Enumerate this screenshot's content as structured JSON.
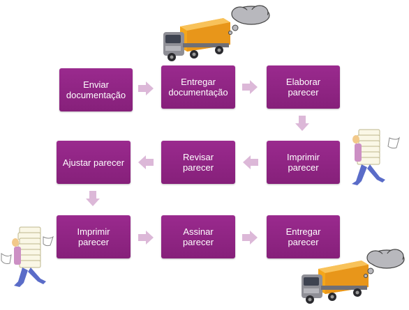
{
  "colors": {
    "box": "#8b237f",
    "arrow": "#dcb8d8",
    "truck_cargo": "#f4a61b",
    "truck_cab": "#8f8f96"
  },
  "steps": [
    {
      "label": "Enviar\ndocumentação"
    },
    {
      "label": "Entregar\ndocumentação"
    },
    {
      "label": "Elaborar\nparecer"
    },
    {
      "label": "Imprimir\nparecer"
    },
    {
      "label": "Revisar\nparecer"
    },
    {
      "label": "Ajustar parecer"
    },
    {
      "label": "Imprimir\nparecer"
    },
    {
      "label": "Assinar\nparecer"
    },
    {
      "label": "Entregar\nparecer"
    }
  ],
  "icons": [
    "truck-icon",
    "thought-cloud-icon",
    "paper-carrier-icon"
  ]
}
